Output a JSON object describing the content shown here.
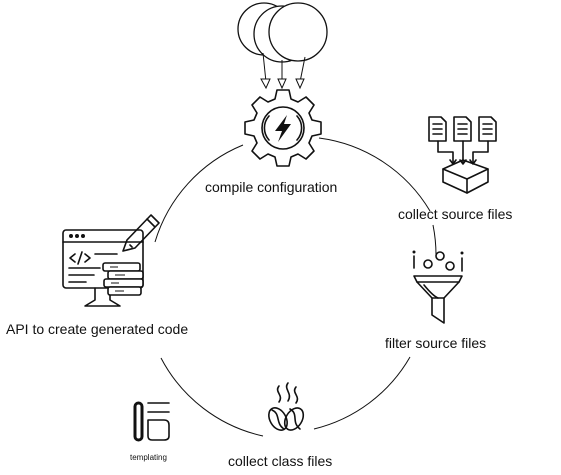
{
  "diagram": {
    "labels": {
      "compile_configuration": "compile configuration",
      "collect_source_files": "collect source files",
      "filter_source_files": "filter source files",
      "collect_class_files": "collect class files",
      "api_to_create_generated_code": "API to create generated code",
      "templating": "templating"
    },
    "icons": {
      "config_sources": "stacked-circles-icon",
      "compile": "gear-bolt-icon",
      "collect_sources": "documents-to-box-icon",
      "filter": "funnel-icon",
      "class_files": "coffee-beans-icon",
      "api": "code-window-pencil-icon",
      "templating": "templating-icon"
    },
    "colors": {
      "line": "#111111",
      "background": "#ffffff"
    }
  }
}
